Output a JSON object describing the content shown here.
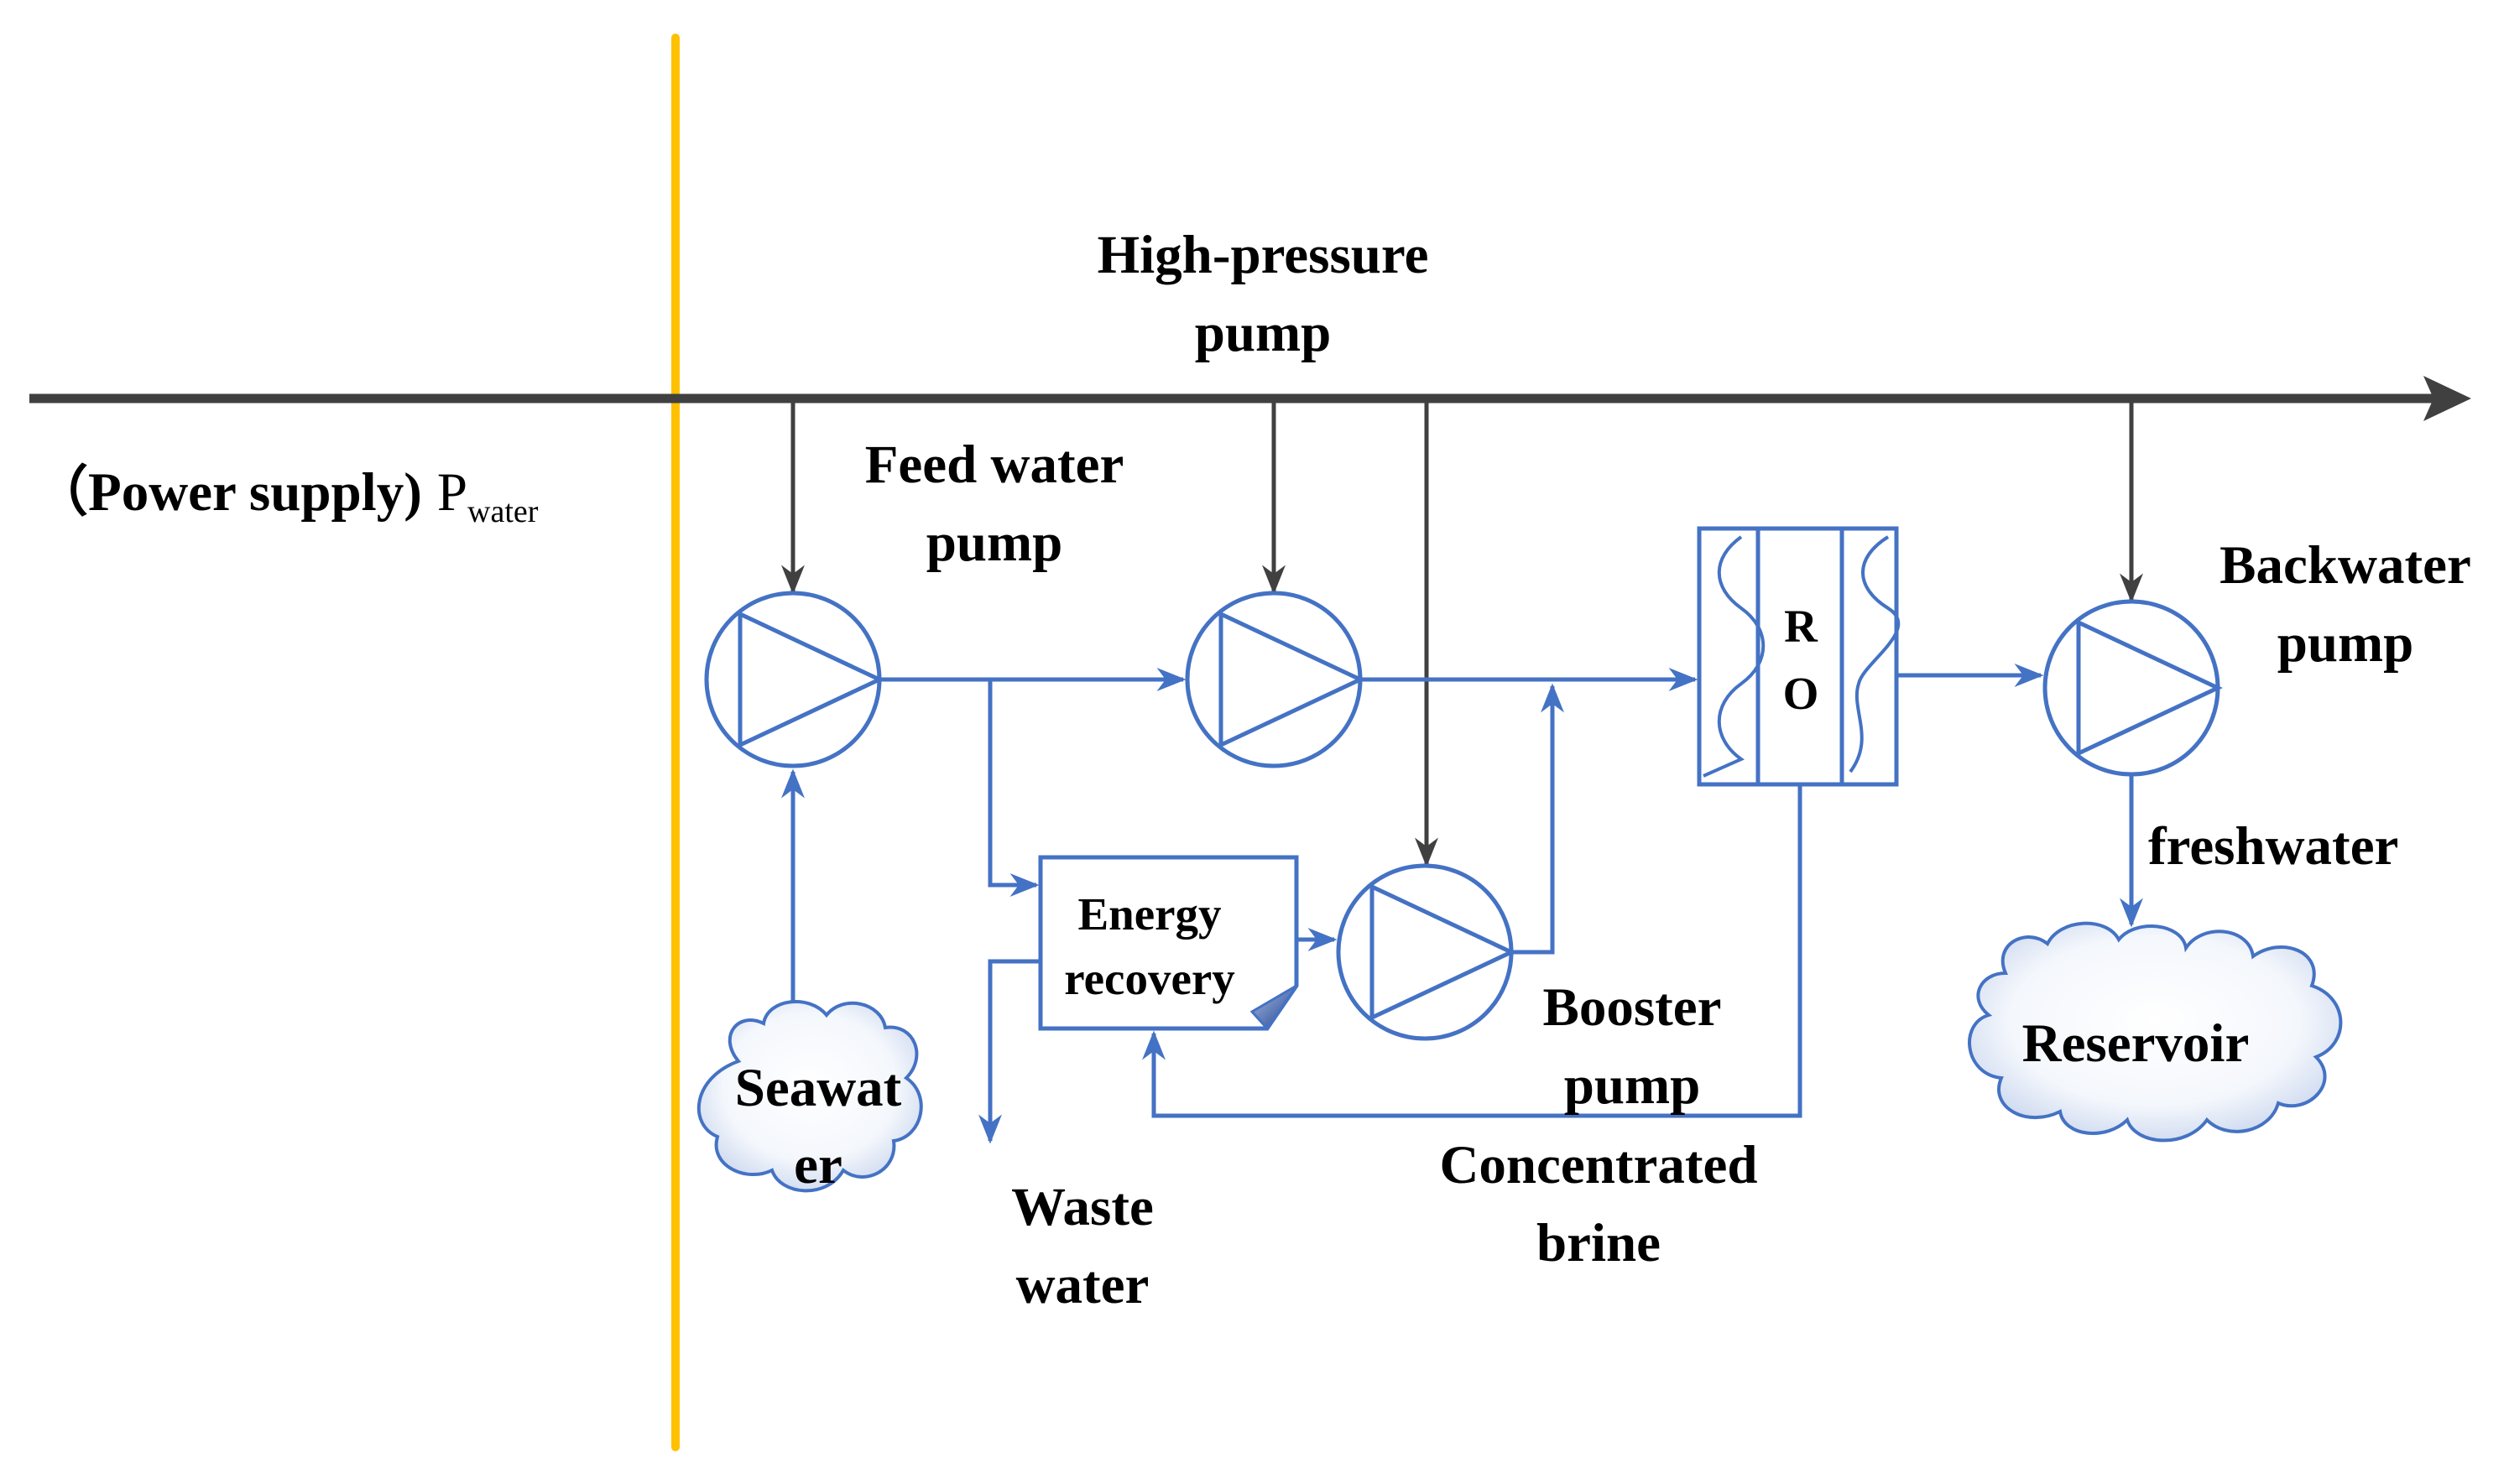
{
  "colors": {
    "flow": "#4472C4",
    "power_line": "#404040",
    "divider": "#FFC000",
    "cloud_fill_inner": "#ffffff",
    "cloud_fill_outer": "#c9d6ee",
    "text": "#000000"
  },
  "power": {
    "open_paren": "（",
    "label": "Power supply)",
    "symbol": "P",
    "subscript": "water"
  },
  "labels": {
    "high_pressure_line1": "High-pressure",
    "high_pressure_line2": "pump",
    "feed_line1": "Feed water",
    "feed_line2": "pump",
    "backwater_line1": "Backwater",
    "backwater_line2": "pump",
    "booster_line1": "Booster",
    "booster_line2": "pump",
    "energy_line1": "Energy",
    "energy_line2": "recovery",
    "ro_line1": "R",
    "ro_line2": "O",
    "freshwater": "freshwater",
    "reservoir": "Reservoir",
    "seawater_line1": "Seawat",
    "seawater_line2": "er",
    "waste_line1": "Waste",
    "waste_line2": "water",
    "brine_line1": "Concentrated",
    "brine_line2": "brine"
  }
}
